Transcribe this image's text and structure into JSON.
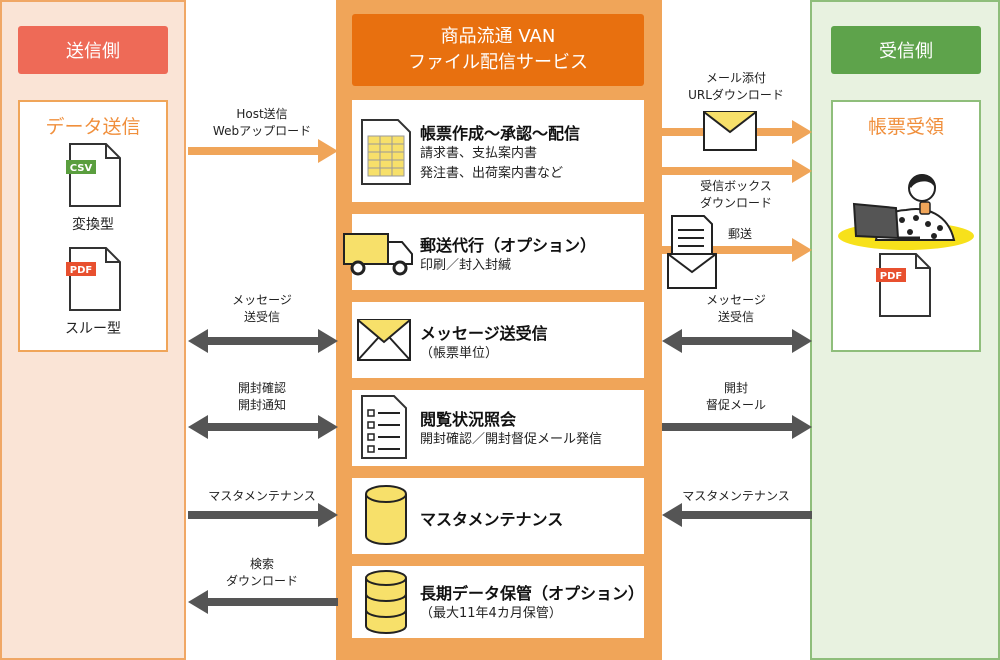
{
  "sender": {
    "header": "送信側",
    "panel_title": "データ送信",
    "files": [
      {
        "badge": "CSV",
        "label": "変換型",
        "badge_color": "#5a9e3e"
      },
      {
        "badge": "PDF",
        "label": "スルー型",
        "badge_color": "#e8502f"
      }
    ]
  },
  "service": {
    "header_line1": "商品流通 VAN",
    "header_line2": "ファイル配信サービス",
    "boxes": [
      {
        "title": "帳票作成～承認～配信",
        "sub1": "請求書、支払案内書",
        "sub2": "発注書、出荷案内書など",
        "icon": "spreadsheet-icon"
      },
      {
        "title": "郵送代行（オプション）",
        "sub1": "印刷／封入封緘",
        "sub2": "",
        "icon": "truck-icon"
      },
      {
        "title": "メッセージ送受信",
        "sub1": "（帳票単位）",
        "sub2": "",
        "icon": "envelope-icon"
      },
      {
        "title": "閲覧状況照会",
        "sub1": "開封確認／開封督促メール発信",
        "sub2": "",
        "icon": "checklist-icon"
      },
      {
        "title": "マスタメンテナンス",
        "sub1": "",
        "sub2": "",
        "icon": "database-icon"
      },
      {
        "title": "長期データ保管（オプション）",
        "sub1": "（最大11年4カ月保管）",
        "sub2": "",
        "icon": "storage-icon"
      }
    ]
  },
  "receiver": {
    "header": "受信側",
    "panel_title": "帳票受領",
    "file_badge": "PDF"
  },
  "left_arrows": [
    {
      "line1": "Host送信",
      "line2": "Webアップロード"
    },
    {
      "line1": "メッセージ",
      "line2": "送受信"
    },
    {
      "line1": "開封確認",
      "line2": "開封通知"
    },
    {
      "line1": "マスタメンテナンス",
      "line2": ""
    },
    {
      "line1": "検索",
      "line2": "ダウンロード"
    }
  ],
  "right_arrows": [
    {
      "line1": "メール添付",
      "line2": "URLダウンロード"
    },
    {
      "line1": "受信ボックス",
      "line2": "ダウンロード"
    },
    {
      "line1": "郵送",
      "line2": ""
    },
    {
      "line1": "メッセージ",
      "line2": "送受信"
    },
    {
      "line1": "開封",
      "line2": "督促メール"
    },
    {
      "line1": "マスタメンテナンス",
      "line2": ""
    }
  ],
  "colors": {
    "orange_arrow": "#f0a559",
    "gray_arrow": "#555555",
    "sender_accent": "#ee6a57",
    "receiver_accent": "#5ea34b",
    "service_accent": "#e8700f"
  }
}
